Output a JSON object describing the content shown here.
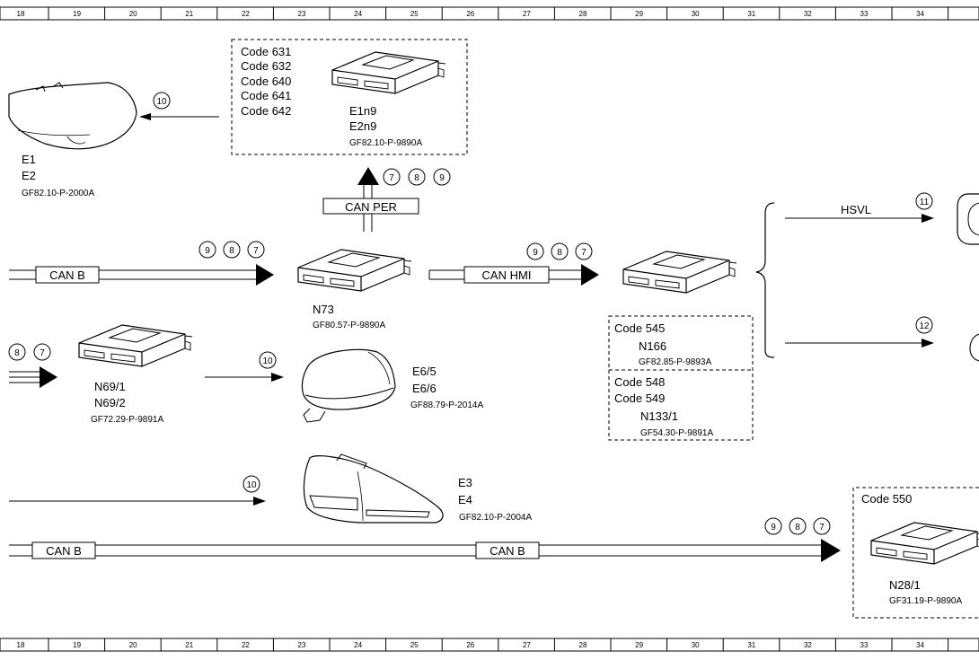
{
  "ruler": {
    "columns": [
      "18",
      "19",
      "20",
      "21",
      "22",
      "23",
      "24",
      "25",
      "26",
      "27",
      "28",
      "29",
      "30",
      "31",
      "32",
      "33",
      "34"
    ]
  },
  "components": {
    "headlamp": {
      "lines": [
        "E1",
        "E2"
      ],
      "ref": "GF82.10-P-2000A"
    },
    "headlamp_module": {
      "codes": [
        "Code 631",
        "Code 632",
        "Code 640",
        "Code 641",
        "Code 642"
      ],
      "lines": [
        "E1n9",
        "E2n9"
      ],
      "ref": "GF82.10-P-9890A"
    },
    "n73": {
      "name": "N73",
      "ref": "GF80.57-P-9890A"
    },
    "n69": {
      "lines": [
        "N69/1",
        "N69/2"
      ],
      "ref": "GF72.29-P-9891A"
    },
    "mirror": {
      "lines": [
        "E6/5",
        "E6/6"
      ],
      "ref": "GF88.79-P-2014A"
    },
    "taillamp": {
      "lines": [
        "E3",
        "E4"
      ],
      "ref": "GF82.10-P-2004A"
    },
    "n166": {
      "code": "Code 545",
      "name": "N166",
      "ref": "GF82.85-P-9893A"
    },
    "n133": {
      "codes": [
        "Code 548",
        "Code 549"
      ],
      "name": "N133/1",
      "ref": "GF54.30-P-9891A"
    },
    "n28": {
      "code": "Code 550",
      "name": "N28/1",
      "ref": "GF31.19-P-9890A"
    }
  },
  "buses": {
    "can_b": "CAN B",
    "can_hmi": "CAN HMI",
    "can_per": "CAN PER",
    "hsvl": "HSVL"
  },
  "signals": {
    "top_up": [
      "7",
      "8",
      "9"
    ],
    "can_b_top": [
      "9",
      "8",
      "7"
    ],
    "can_hmi": [
      "9",
      "8",
      "7"
    ],
    "left_mid": [
      "8",
      "7"
    ],
    "headlamp": "10",
    "mirror": "10",
    "taillamp": "10",
    "hsvl": "11",
    "lower_right": "12",
    "bottom": [
      "9",
      "8",
      "7"
    ]
  }
}
